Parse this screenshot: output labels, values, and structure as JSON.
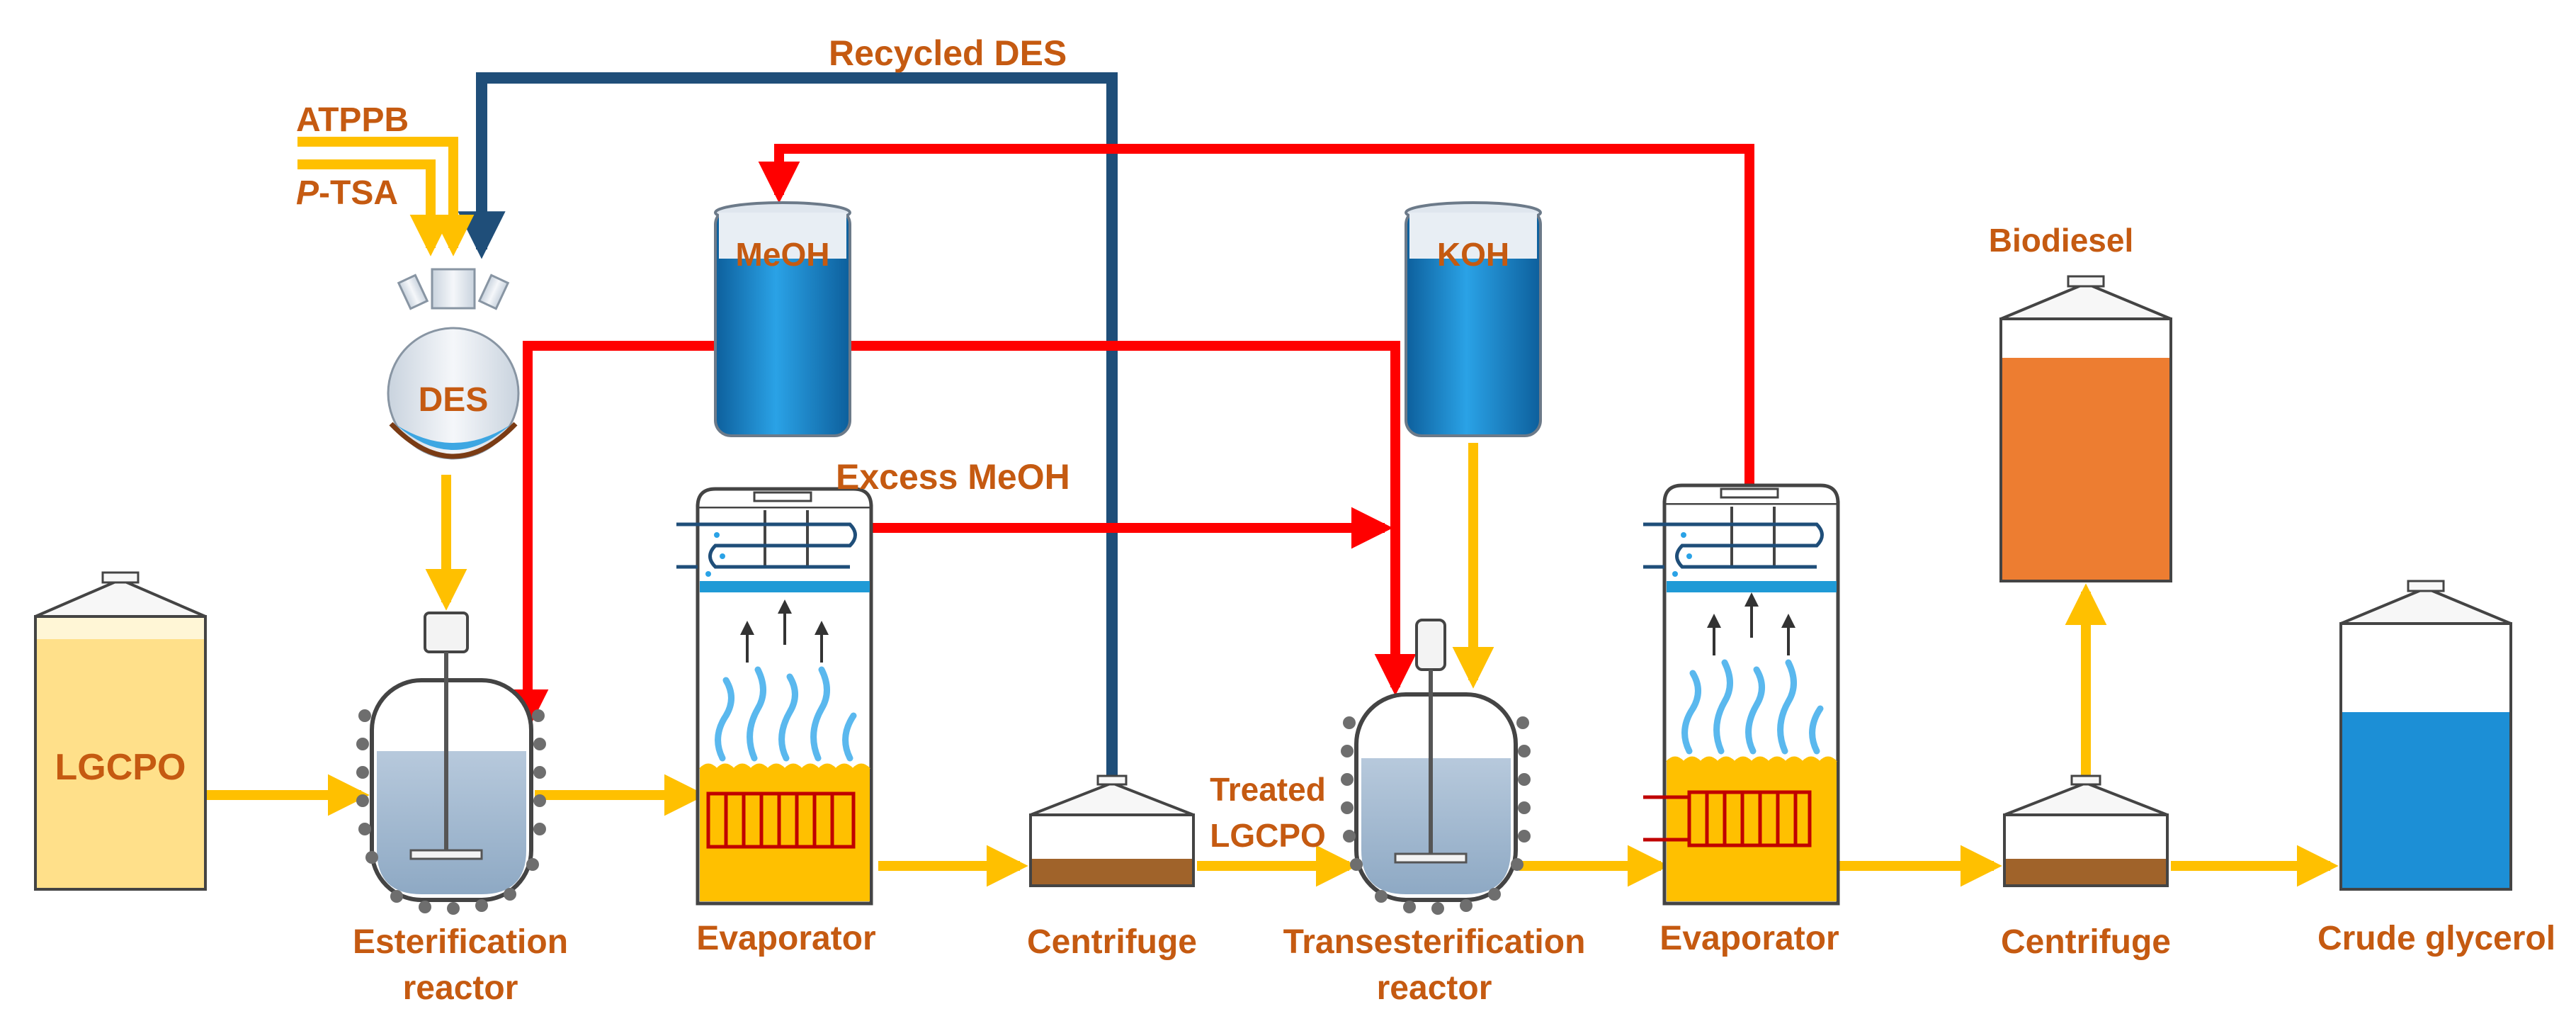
{
  "inputs": {
    "atppb": "ATPPB",
    "ptsa_prefix": "P",
    "ptsa_suffix": "-TSA",
    "recycled_des": "Recycled DES"
  },
  "vessels": {
    "des": "DES",
    "meoh": "MeOH",
    "koh": "KOH",
    "lgcpo": "LGCPO",
    "biodiesel": "Biodiesel"
  },
  "flows": {
    "excess_meoh": "Excess MeOH",
    "treated_line1": "Treated",
    "treated_line2": "LGCPO"
  },
  "units": {
    "esterification_line1": "Esterification",
    "esterification_line2": "reactor",
    "evaporator1": "Evaporator",
    "centrifuge1": "Centrifuge",
    "transesterification_line1": "Transesterification",
    "transesterification_line2": "reactor",
    "evaporator2": "Evaporator",
    "centrifuge2": "Centrifuge",
    "crude_glycerol": "Crude glycerol"
  },
  "colors": {
    "label": "#c55a11",
    "yellow_stream": "#ffc000",
    "red_stream": "#ff0000",
    "blue_stream": "#1f4e79",
    "liquid_blue": "#1c8fd6",
    "oil": "#ffe08a",
    "biodiesel": "#ed7d31",
    "sediment": "#a0632a"
  }
}
